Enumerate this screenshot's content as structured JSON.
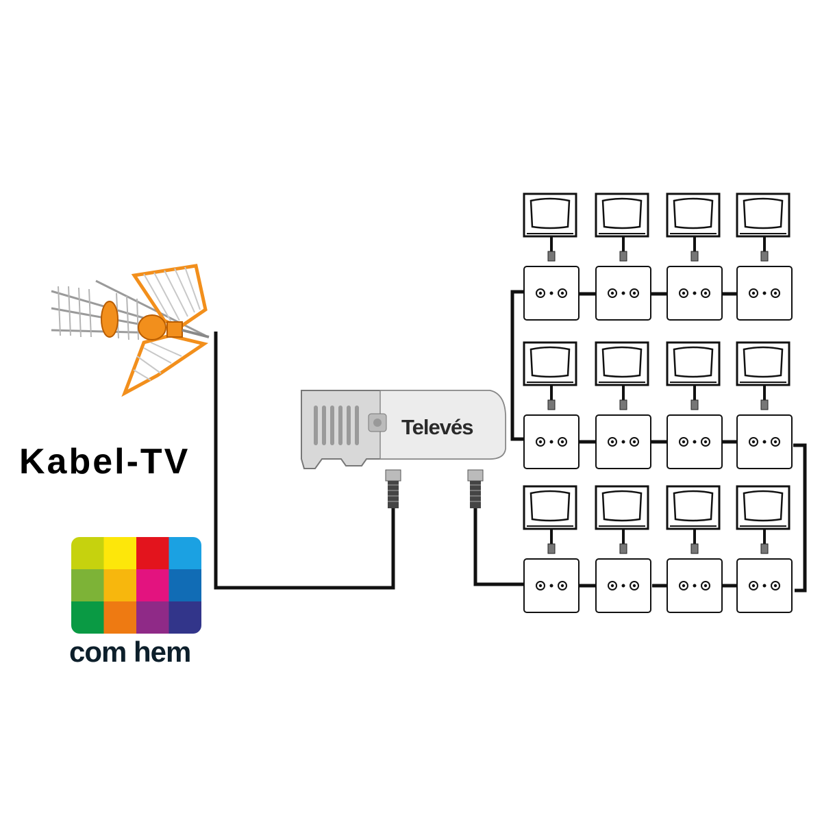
{
  "diagram": {
    "source_label": "Kabel-TV",
    "provider_name": "com hem",
    "amplifier_brand": "Televés",
    "provider_logo_colors": [
      "#c6d20e",
      "#fde70a",
      "#e3141d",
      "#1ba1e2",
      "#7db337",
      "#f7b70d",
      "#e3137f",
      "#116cb5",
      "#0a9a44",
      "#ee7a12",
      "#8f2a87",
      "#32358a"
    ],
    "antenna_color": "#f28f1c",
    "cable_color": "#111111"
  }
}
